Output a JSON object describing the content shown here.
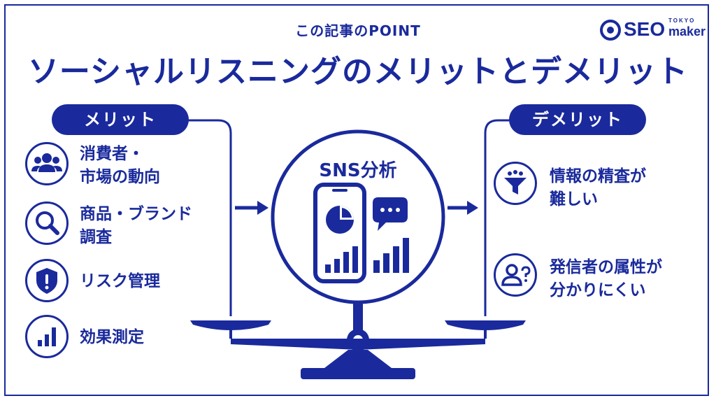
{
  "header": {
    "pre_title": "この記事のPOINT",
    "title": "ソーシャルリスニングのメリットとデメリット"
  },
  "logo": {
    "seo": "SEO",
    "tokyo": "TOKYO",
    "maker": "maker"
  },
  "merit": {
    "label": "メリット",
    "items": [
      {
        "line1": "消費者・",
        "line2": "市場の動向",
        "icon": "people-icon"
      },
      {
        "line1": "商品・ブランド",
        "line2": "調査",
        "icon": "magnifier-icon"
      },
      {
        "line1": "リスク管理",
        "line2": "",
        "icon": "shield-alert-icon"
      },
      {
        "line1": "効果測定",
        "line2": "",
        "icon": "bar-chart-icon"
      }
    ]
  },
  "center": {
    "label": "SNS分析",
    "icon": "smartphone-analytics-icon"
  },
  "demerit": {
    "label": "デメリット",
    "items": [
      {
        "line1": "情報の精査が",
        "line2": "難しい",
        "icon": "funnel-icon"
      },
      {
        "line1": "発信者の属性が",
        "line2": "分かりにくい",
        "icon": "unknown-user-icon"
      }
    ]
  },
  "colors": {
    "primary": "#1a2a9c",
    "background": "#ffffff"
  }
}
